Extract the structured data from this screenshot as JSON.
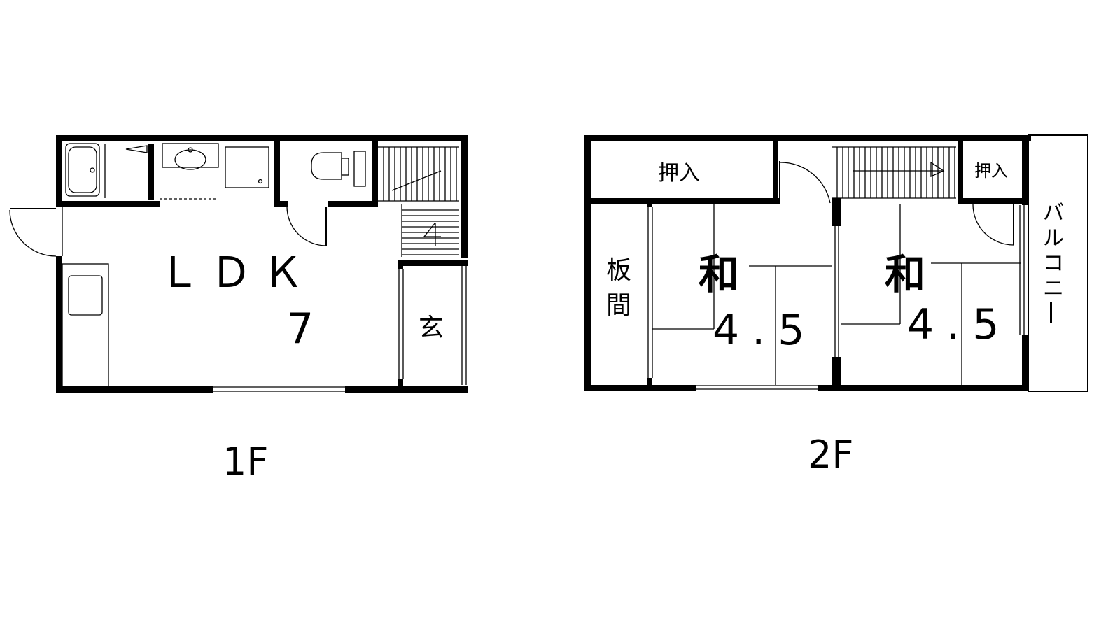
{
  "floor_1": {
    "name": "1F",
    "rooms": {
      "ldk": {
        "label": "ＬＤＫ",
        "size": "7"
      },
      "entrance": {
        "label": "玄"
      }
    }
  },
  "floor_2": {
    "name": "2F",
    "rooms": {
      "closet_left": {
        "label": "押入"
      },
      "closet_right": {
        "label": "押入"
      },
      "wood_floor": {
        "label_line1": "板",
        "label_line2": "間"
      },
      "washitsu_left": {
        "label": "和",
        "size": "4.5"
      },
      "washitsu_right": {
        "label": "和",
        "size": "4.5"
      },
      "balcony": {
        "label": [
          "バ",
          "ル",
          "コ",
          "ニ",
          "ー"
        ]
      }
    }
  }
}
